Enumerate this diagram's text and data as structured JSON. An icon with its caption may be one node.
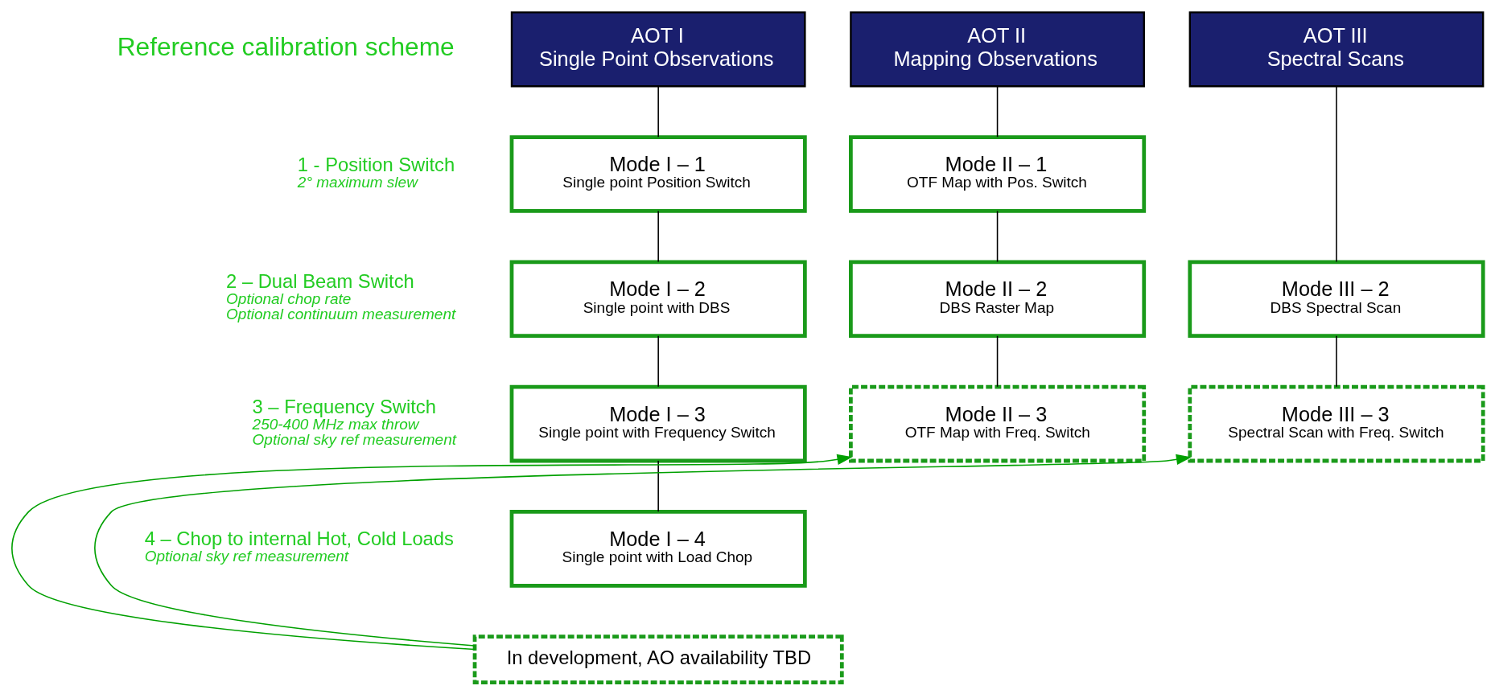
{
  "diagram": {
    "nodes": [
      {
        "text": [
          "AOT I",
          "Single Point Observations"
        ]
      },
      {
        "text": [
          "AOT II",
          "Mapping Observations"
        ]
      },
      {
        "text": [
          "AOT III",
          "Spectral Scans"
        ]
      },
      {
        "text": [
          "Mode I – 1",
          "Single point Position Switch"
        ]
      },
      {
        "text": [
          "Mode II – 1",
          "OTF Map with Pos. Switch"
        ]
      },
      {
        "text": [
          "Mode I – 2",
          "Single point with DBS"
        ]
      },
      {
        "text": [
          "Mode II – 2",
          "DBS Raster Map"
        ]
      },
      {
        "text": [
          "Mode III – 2",
          "DBS Spectral Scan"
        ]
      },
      {
        "text": [
          "Mode I – 3",
          "Single point with Frequency Switch"
        ]
      },
      {
        "text": [
          "Mode II – 3",
          "OTF Map with Freq. Switch"
        ]
      },
      {
        "text": [
          "Mode III – 3",
          "Spectral Scan with Freq. Switch"
        ]
      },
      {
        "text": [
          "Mode I – 4",
          "Single point with Load Chop"
        ]
      },
      {
        "text": [
          "In development, AO availability TBD"
        ]
      }
    ],
    "edges": [
      {
        "from": 0,
        "to": 3,
        "arrow": "none"
      },
      {
        "from": 1,
        "to": 4,
        "arrow": "none"
      },
      {
        "from": 2,
        "to": 7,
        "arrow": "none"
      },
      {
        "from": 3,
        "to": 5,
        "arrow": "none"
      },
      {
        "from": 4,
        "to": 6,
        "arrow": "none"
      },
      {
        "from": 5,
        "to": 8,
        "arrow": "none"
      },
      {
        "from": 6,
        "to": 9,
        "arrow": "none"
      },
      {
        "from": 7,
        "to": 10,
        "arrow": "none"
      },
      {
        "from": 8,
        "to": 11,
        "arrow": "none"
      },
      {
        "from": 12,
        "to": 9,
        "arrow": "to",
        "color": "#00a000"
      },
      {
        "from": 12,
        "to": 10,
        "arrow": "to",
        "color": "#00a000"
      }
    ],
    "labels": [
      "Reference calibration scheme",
      "1 - Position Switch",
      "2° maximum slew",
      "2 – Dual Beam Switch",
      "Optional chop rate",
      "Optional continuum measurement",
      "3 – Frequency Switch",
      "250-400 MHz max throw",
      "Optional sky ref measurement",
      "4 – Chop to internal Hot, Cold Loads",
      "Optional sky ref measurement"
    ]
  }
}
